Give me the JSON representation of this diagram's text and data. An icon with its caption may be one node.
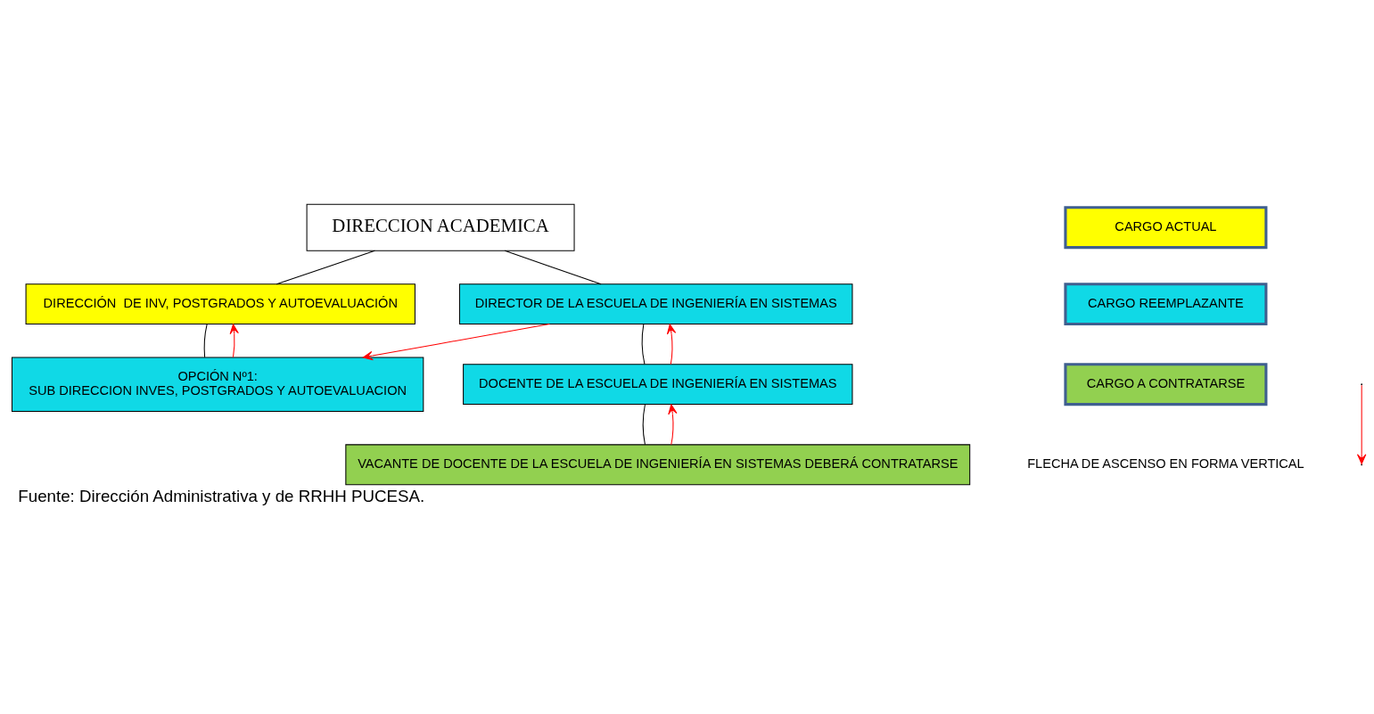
{
  "diagram": {
    "caption": "Fuente: Dirección Administrativa y de RRHH PUCESA.",
    "nodes": [
      {
        "text": [
          "DIRECCION ACADEMICA"
        ]
      },
      {
        "text": [
          "DIRECCIÓN  DE INV, POSTGRADOS Y AUTOEVALUACIÓN"
        ]
      },
      {
        "text": [
          "OPCIÓN Nº1:",
          "SUB DIRECCION INVES, POSTGRADOS Y AUTOEVALUACION"
        ]
      },
      {
        "text": [
          "DIRECTOR DE LA ESCUELA DE INGENIERÍA EN SISTEMAS"
        ]
      },
      {
        "text": [
          "DOCENTE DE LA ESCUELA DE INGENIERÍA EN SISTEMAS"
        ]
      },
      {
        "text": [
          "VACANTE DE DOCENTE DE LA ESCUELA DE INGENIERÍA EN SISTEMAS DEBERÁ CONTRATARSE"
        ]
      }
    ],
    "edges": [
      {
        "from": 0,
        "to": 1,
        "arrow": "none"
      },
      {
        "from": 1,
        "to": 2,
        "arrow": "none"
      },
      {
        "from": 0,
        "to": 3,
        "arrow": "none"
      },
      {
        "from": 3,
        "to": 4,
        "arrow": "none"
      },
      {
        "from": 4,
        "to": 5,
        "arrow": "none"
      },
      {
        "from": 2,
        "to": 1,
        "arrow": "to",
        "color": "#ff0000"
      },
      {
        "from": 3,
        "to": 2,
        "arrow": "to",
        "color": "#ff0000"
      },
      {
        "from": 4,
        "to": 3,
        "arrow": "to",
        "color": "#ff0000"
      },
      {
        "from": 5,
        "to": 4,
        "arrow": "to",
        "color": "#ff0000"
      }
    ],
    "legend": [
      {
        "text": "CARGO ACTUAL",
        "color": "#ffff00"
      },
      {
        "text": "CARGO REEMPLAZANTE",
        "color": "#10d9e6"
      },
      {
        "text": "CARGO A CONTRATARSE",
        "color": "#92d050"
      },
      {
        "text": "FLECHA DE ASCENSO EN FORMA VERTICAL"
      }
    ]
  }
}
